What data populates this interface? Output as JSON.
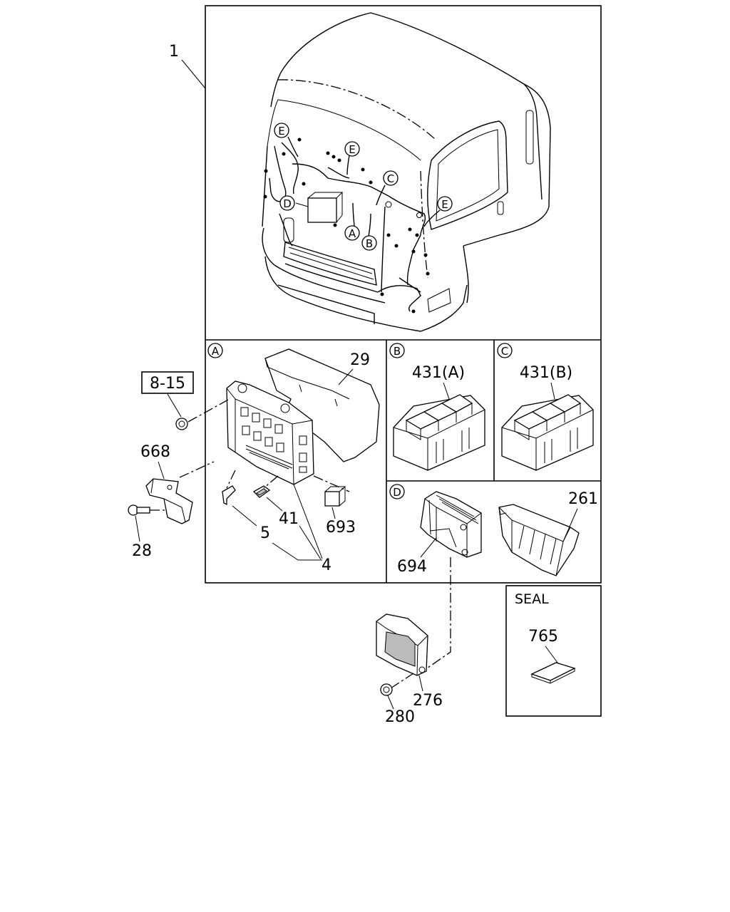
{
  "panels": {
    "A": {
      "badge": "A"
    },
    "B": {
      "badge": "B"
    },
    "C": {
      "badge": "C"
    },
    "D": {
      "badge": "D"
    },
    "seal": {
      "title": "SEAL"
    }
  },
  "callouts": {
    "c1": "1",
    "c29": "29",
    "c8_15": "8-15",
    "c668": "668",
    "c28": "28",
    "c5": "5",
    "c41": "41",
    "c693": "693",
    "c4": "4",
    "c431a": "431(A)",
    "c431b": "431(B)",
    "c261": "261",
    "c694": "694",
    "c276": "276",
    "c280": "280",
    "c765": "765"
  },
  "cab_markers": {
    "e1": "E",
    "e2": "E",
    "e3": "E",
    "c": "C",
    "d": "D",
    "a": "A",
    "b": "B"
  }
}
